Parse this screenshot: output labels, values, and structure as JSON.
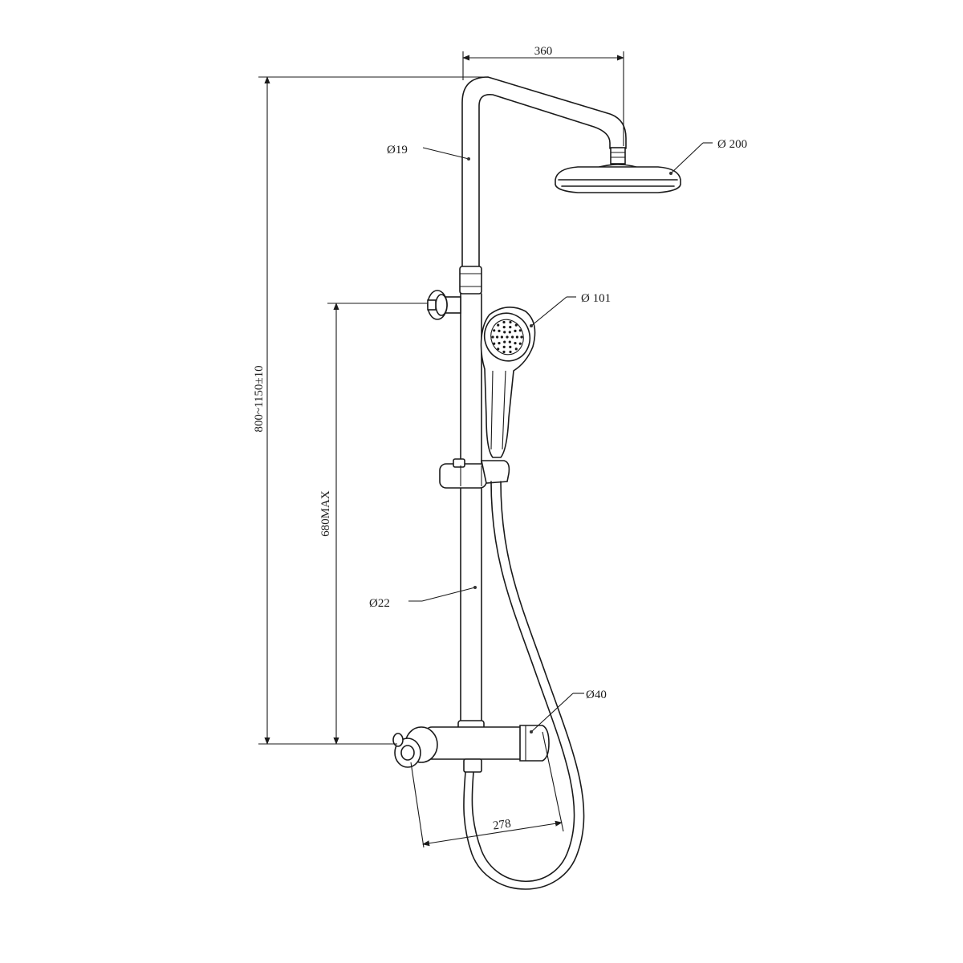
{
  "diagram": {
    "dimensions": {
      "arm_length": "360",
      "riser_height": "800~1150±10",
      "bracket_to_valve": "680MAX",
      "valve_centers": "278"
    },
    "diameters": {
      "upper_tube": "Ø19",
      "lower_tube": "Ø22",
      "overhead_shower": "Ø 200",
      "hand_shower": "Ø 101",
      "valve_body": "Ø40"
    },
    "colors": {
      "line": "#1a1a1a",
      "background": "#ffffff"
    }
  }
}
